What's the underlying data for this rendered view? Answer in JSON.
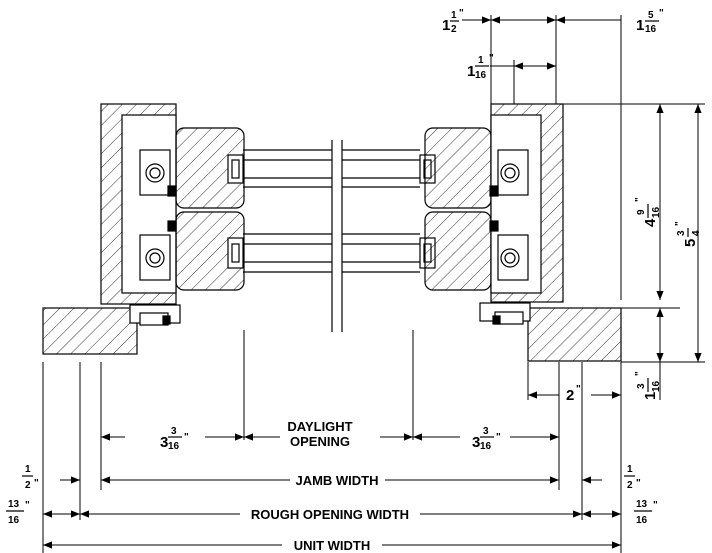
{
  "colors": {
    "ink": "#000000",
    "paper": "#ffffff",
    "glass_gap": "#9a9a9a"
  },
  "labels": {
    "daylight_1": "DAYLIGHT",
    "daylight_2": "OPENING",
    "jamb_width": "JAMB WIDTH",
    "rough_opening_width": "ROUGH OPENING WIDTH",
    "unit_width": "UNIT WIDTH"
  },
  "dims": {
    "top_left": {
      "whole": "1",
      "num": "1",
      "den": "2",
      "mark": "\""
    },
    "top_right": {
      "whole": "1",
      "num": "5",
      "den": "16",
      "mark": "\""
    },
    "inner_top": {
      "whole": "1",
      "num": "1",
      "den": "16",
      "mark": "\""
    },
    "right_vertical": {
      "whole": "4",
      "num": "9",
      "den": "16",
      "mark": "\""
    },
    "far_right_vertical": {
      "whole": "5",
      "num": "3",
      "den": "4",
      "mark": "\""
    },
    "bottom_right_vertical": {
      "whole": "1",
      "num": "3",
      "den": "16",
      "mark": "\""
    },
    "two_inch": {
      "whole": "2",
      "mark": "\""
    },
    "left_daylight": {
      "whole": "3",
      "num": "3",
      "den": "16",
      "mark": "\""
    },
    "right_daylight": {
      "whole": "3",
      "num": "3",
      "den": "16",
      "mark": "\""
    },
    "left_half": {
      "num": "1",
      "den": "2",
      "mark": "\""
    },
    "right_half": {
      "num": "1",
      "den": "2",
      "mark": "\""
    },
    "left_13_16": {
      "num": "13",
      "den": "16",
      "mark": "\""
    },
    "right_13_16": {
      "num": "13",
      "den": "16",
      "mark": "\""
    }
  }
}
